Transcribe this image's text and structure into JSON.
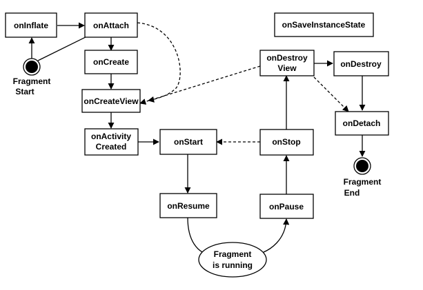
{
  "diagram": {
    "nodes": {
      "onInflate": "onInflate",
      "onAttach": "onAttach",
      "onCreate": "onCreate",
      "onCreateView": "onCreateView",
      "onActivityCreated_line1": "onActivity",
      "onActivityCreated_line2": "Created",
      "onStart": "onStart",
      "onResume": "onResume",
      "onPause": "onPause",
      "onStop": "onStop",
      "onDestroyView_line1": "onDestroy",
      "onDestroyView_line2": "View",
      "onDestroy": "onDestroy",
      "onDetach": "onDetach",
      "onSaveInstanceState": "onSaveInstanceState"
    },
    "start_label": [
      "Fragment",
      "Start"
    ],
    "end_label": [
      "Fragment",
      "End"
    ],
    "running_label": [
      "Fragment",
      "is running"
    ]
  }
}
